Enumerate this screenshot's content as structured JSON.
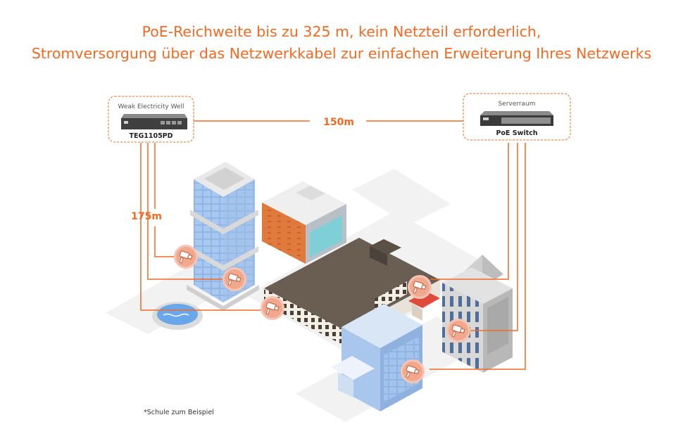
{
  "header": {
    "line1": "PoE-Reichweite bis zu 325 m, kein Netzteil erforderlich,",
    "line2": "Stromversorgung über das Netzwerkkabel zur einfachen Erweiterung Ihres Netzwerks"
  },
  "devices": {
    "left": {
      "location": "Weak Electricity Well",
      "model": "TEG1105PD"
    },
    "right": {
      "location": "Serverraum",
      "model": "PoE Switch"
    }
  },
  "distances": {
    "horizontal": "150m",
    "vertical": "175m"
  },
  "footnote": "*Schule zum Beispiel",
  "colors": {
    "accent": "#f26a22",
    "glass": "#7fa8de",
    "brick": "#e07a3c",
    "text": "#333333"
  },
  "icons": [
    "camera-icon",
    "camera-icon",
    "camera-icon",
    "camera-icon",
    "camera-icon",
    "camera-icon"
  ]
}
